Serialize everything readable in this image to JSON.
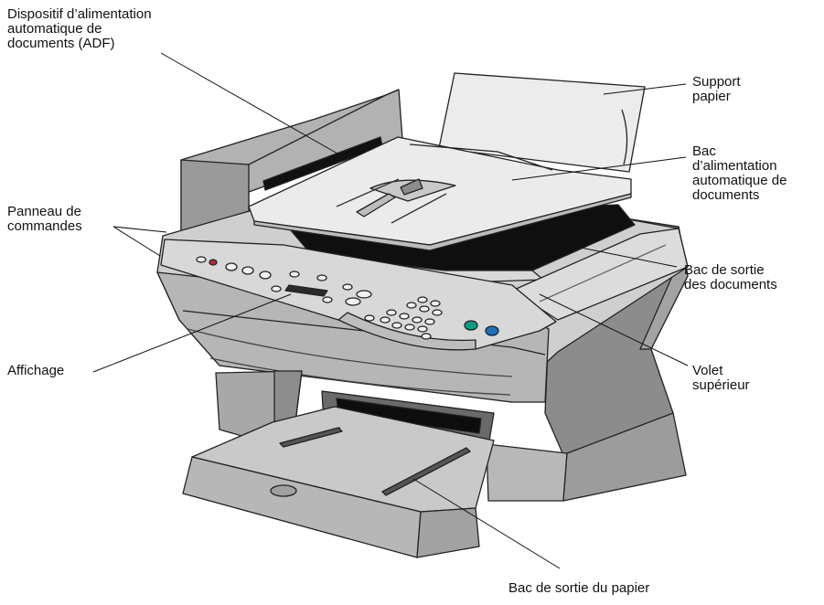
{
  "colors": {
    "body_light": "#d4d4d4",
    "body_mid": "#b4b4b4",
    "body_dark": "#8f8f8f",
    "paper": "#ededed",
    "slot": "#0d0d0d",
    "outline": "#222222",
    "button": "#f2f2f2",
    "button_red": "#c0272d",
    "button_green": "#00a183",
    "button_blue": "#1f6fbf"
  },
  "callouts": {
    "adf": "Dispositif d’alimentation\nautomatique de\ndocuments (ADF)",
    "paper_support": "Support\npapier",
    "adf_tray": "Bac\nd’alimentation\nautomatique de\ndocuments",
    "control_panel": "Panneau de\ncommandes",
    "doc_exit_tray": "Bac de sortie\ndes documents",
    "display": "Affichage",
    "top_cover": "Volet\nsupérieur",
    "paper_exit_tray": "Bac de sortie du papier"
  }
}
